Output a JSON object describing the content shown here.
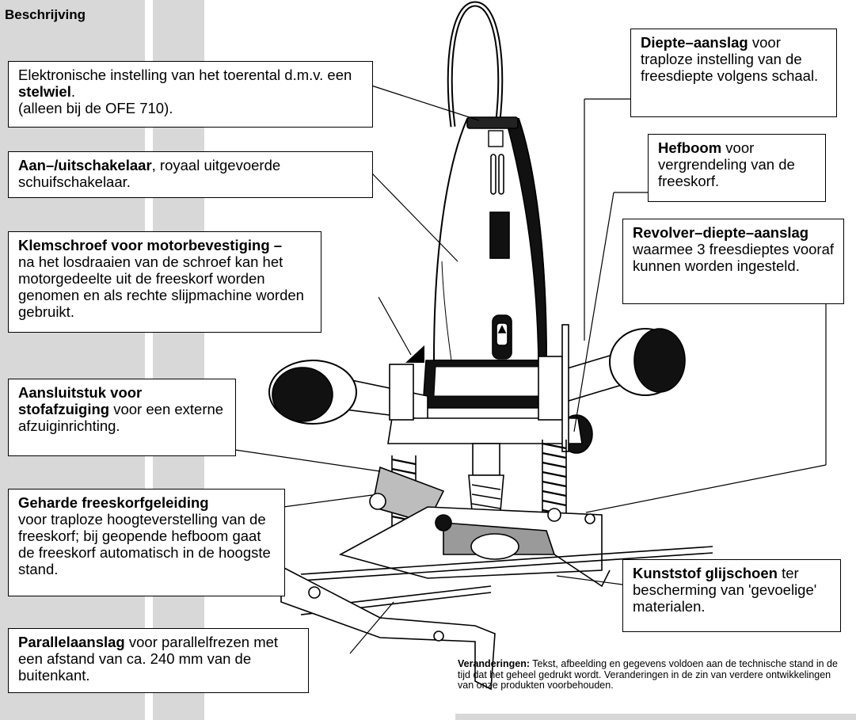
{
  "section_title": "Beschrijving",
  "callouts": {
    "stelwiel": {
      "t1": "Elektronische instelling van het toerental d.m.v. een ",
      "b1": "stelwiel",
      "t2": ".",
      "t3": "(alleen bij de OFE 710)."
    },
    "schakelaar": {
      "b1": "Aan–/uitschakelaar",
      "t1": ", royaal uitgevoerde schuifschakelaar."
    },
    "klemschroef": {
      "b1": "Klemschroef voor motorbevestiging –",
      "t1": "na het losdraaien van de schroef kan het motorgedeelte uit de freeskorf worden genomen en als rechte slijpmachine worden gebruikt."
    },
    "aansluitstuk": {
      "b1": "Aansluitstuk voor stofafzuiging",
      "t1": " voor een externe afzuiginrichting."
    },
    "freeskorf": {
      "b1": "Geharde freeskorfgeleiding",
      "t1": "voor traploze hoogteverstelling van de freeskorf; bij geopende hefboom gaat de freeskorf automatisch in de hoogste stand."
    },
    "parallel": {
      "b1": "Parallelaanslag",
      "t1": " voor parallelfrezen met een afstand van ca. 240 mm van de buitenkant."
    },
    "diepte": {
      "b1": "Diepte–aanslag",
      "t1": " voor traploze instelling van de freesdiepte volgens schaal."
    },
    "hefboom": {
      "b1": "Hefboom",
      "t1": " voor vergrendeling van de freeskorf."
    },
    "revolver": {
      "b1": "Revolver–diepte–aanslag",
      "t1": "waarmee 3 freesdieptes vooraf kunnen worden ingesteld."
    },
    "glijschoen": {
      "b1": "Kunststof glijschoen",
      "t1": " ter bescherming van 'gevoelige' materialen."
    }
  },
  "note": {
    "b1": "Veranderingen:",
    "t1": " Tekst, afbeelding en gegevens voldoen aan de technische stand in de tijd dat het geheel gedrukt wordt. Veranderingen in de zin van verdere ontwikkelingen van onze produkten voorbehouden."
  }
}
